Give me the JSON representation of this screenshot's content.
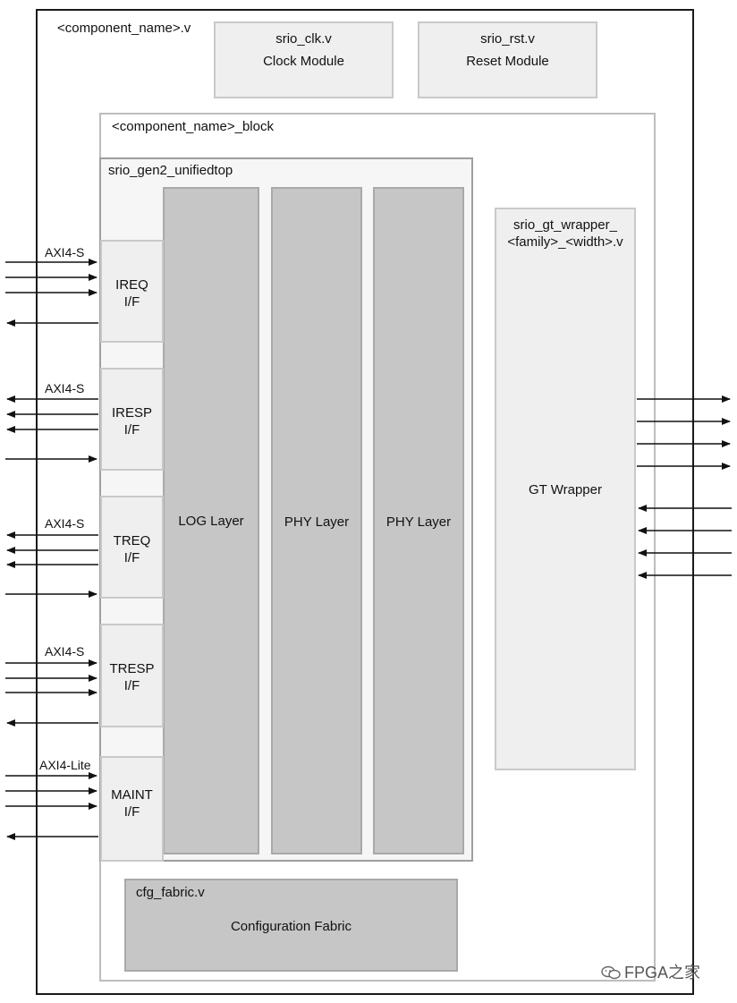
{
  "outer": {
    "title": "<component_name>.v"
  },
  "clock": {
    "file": "srio_clk.v",
    "name": "Clock Module"
  },
  "reset": {
    "file": "srio_rst.v",
    "name": "Reset Module"
  },
  "block": {
    "title": "<component_name>_block"
  },
  "unified": {
    "title": "srio_gen2_unifiedtop"
  },
  "layers": {
    "log": "LOG Layer",
    "phy1": "PHY Layer",
    "phy2": "PHY Layer"
  },
  "interfaces": {
    "ireq": {
      "name": "IREQ",
      "suffix": "I/F",
      "bus": "AXI4-S"
    },
    "iresp": {
      "name": "IRESP",
      "suffix": "I/F",
      "bus": "AXI4-S"
    },
    "treq": {
      "name": "TREQ",
      "suffix": "I/F",
      "bus": "AXI4-S"
    },
    "tresp": {
      "name": "TRESP",
      "suffix": "I/F",
      "bus": "AXI4-S"
    },
    "maint": {
      "name": "MAINT",
      "suffix": "I/F",
      "bus": "AXI4-Lite"
    }
  },
  "gt": {
    "file_line1": "srio_gt_wrapper_",
    "file_line2": "<family>_<width>.v",
    "name": "GT Wrapper"
  },
  "cfg": {
    "file": "cfg_fabric.v",
    "name": "Configuration Fabric"
  },
  "watermark": {
    "text": "FPGA之家",
    "icon": "wechat-icon"
  }
}
